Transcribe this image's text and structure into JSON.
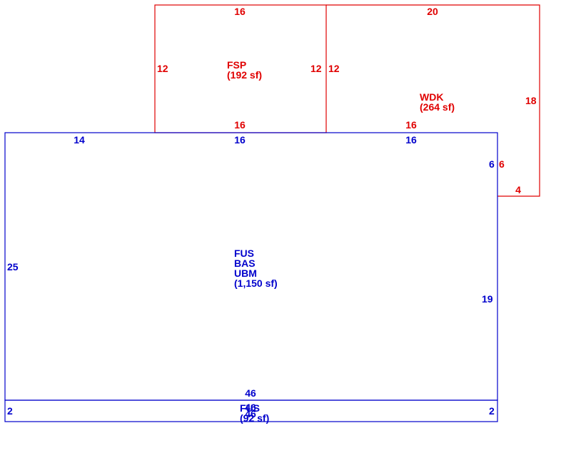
{
  "colors": {
    "upper_areas": "#e00000",
    "main_areas": "#0000cc"
  },
  "fsp": {
    "name": "FSP",
    "area": "(192 sf)",
    "dim_top": "16",
    "dim_bottom": "16",
    "dim_left": "12",
    "dim_right": "12"
  },
  "wdk": {
    "name": "WDK",
    "area": "(264 sf)",
    "dim_top": "20",
    "dim_bottom": "16",
    "dim_left": "12",
    "dim_right": "18",
    "dim_step_bottom": "4",
    "dim_step_side": "6"
  },
  "main": {
    "names": [
      "FUS",
      "BAS",
      "UBM"
    ],
    "area": "(1,150 sf)",
    "dim_top_left": "14",
    "dim_top_mid": "16",
    "dim_top_right": "16",
    "dim_right_upper": "6",
    "dim_right_lower": "19",
    "dim_left": "25",
    "dim_bottom": "46"
  },
  "strip": {
    "name": "FUS",
    "area": "(92 sf)",
    "dim_top": "46",
    "dim_bottom": "46",
    "dim_left": "2",
    "dim_right": "2"
  }
}
